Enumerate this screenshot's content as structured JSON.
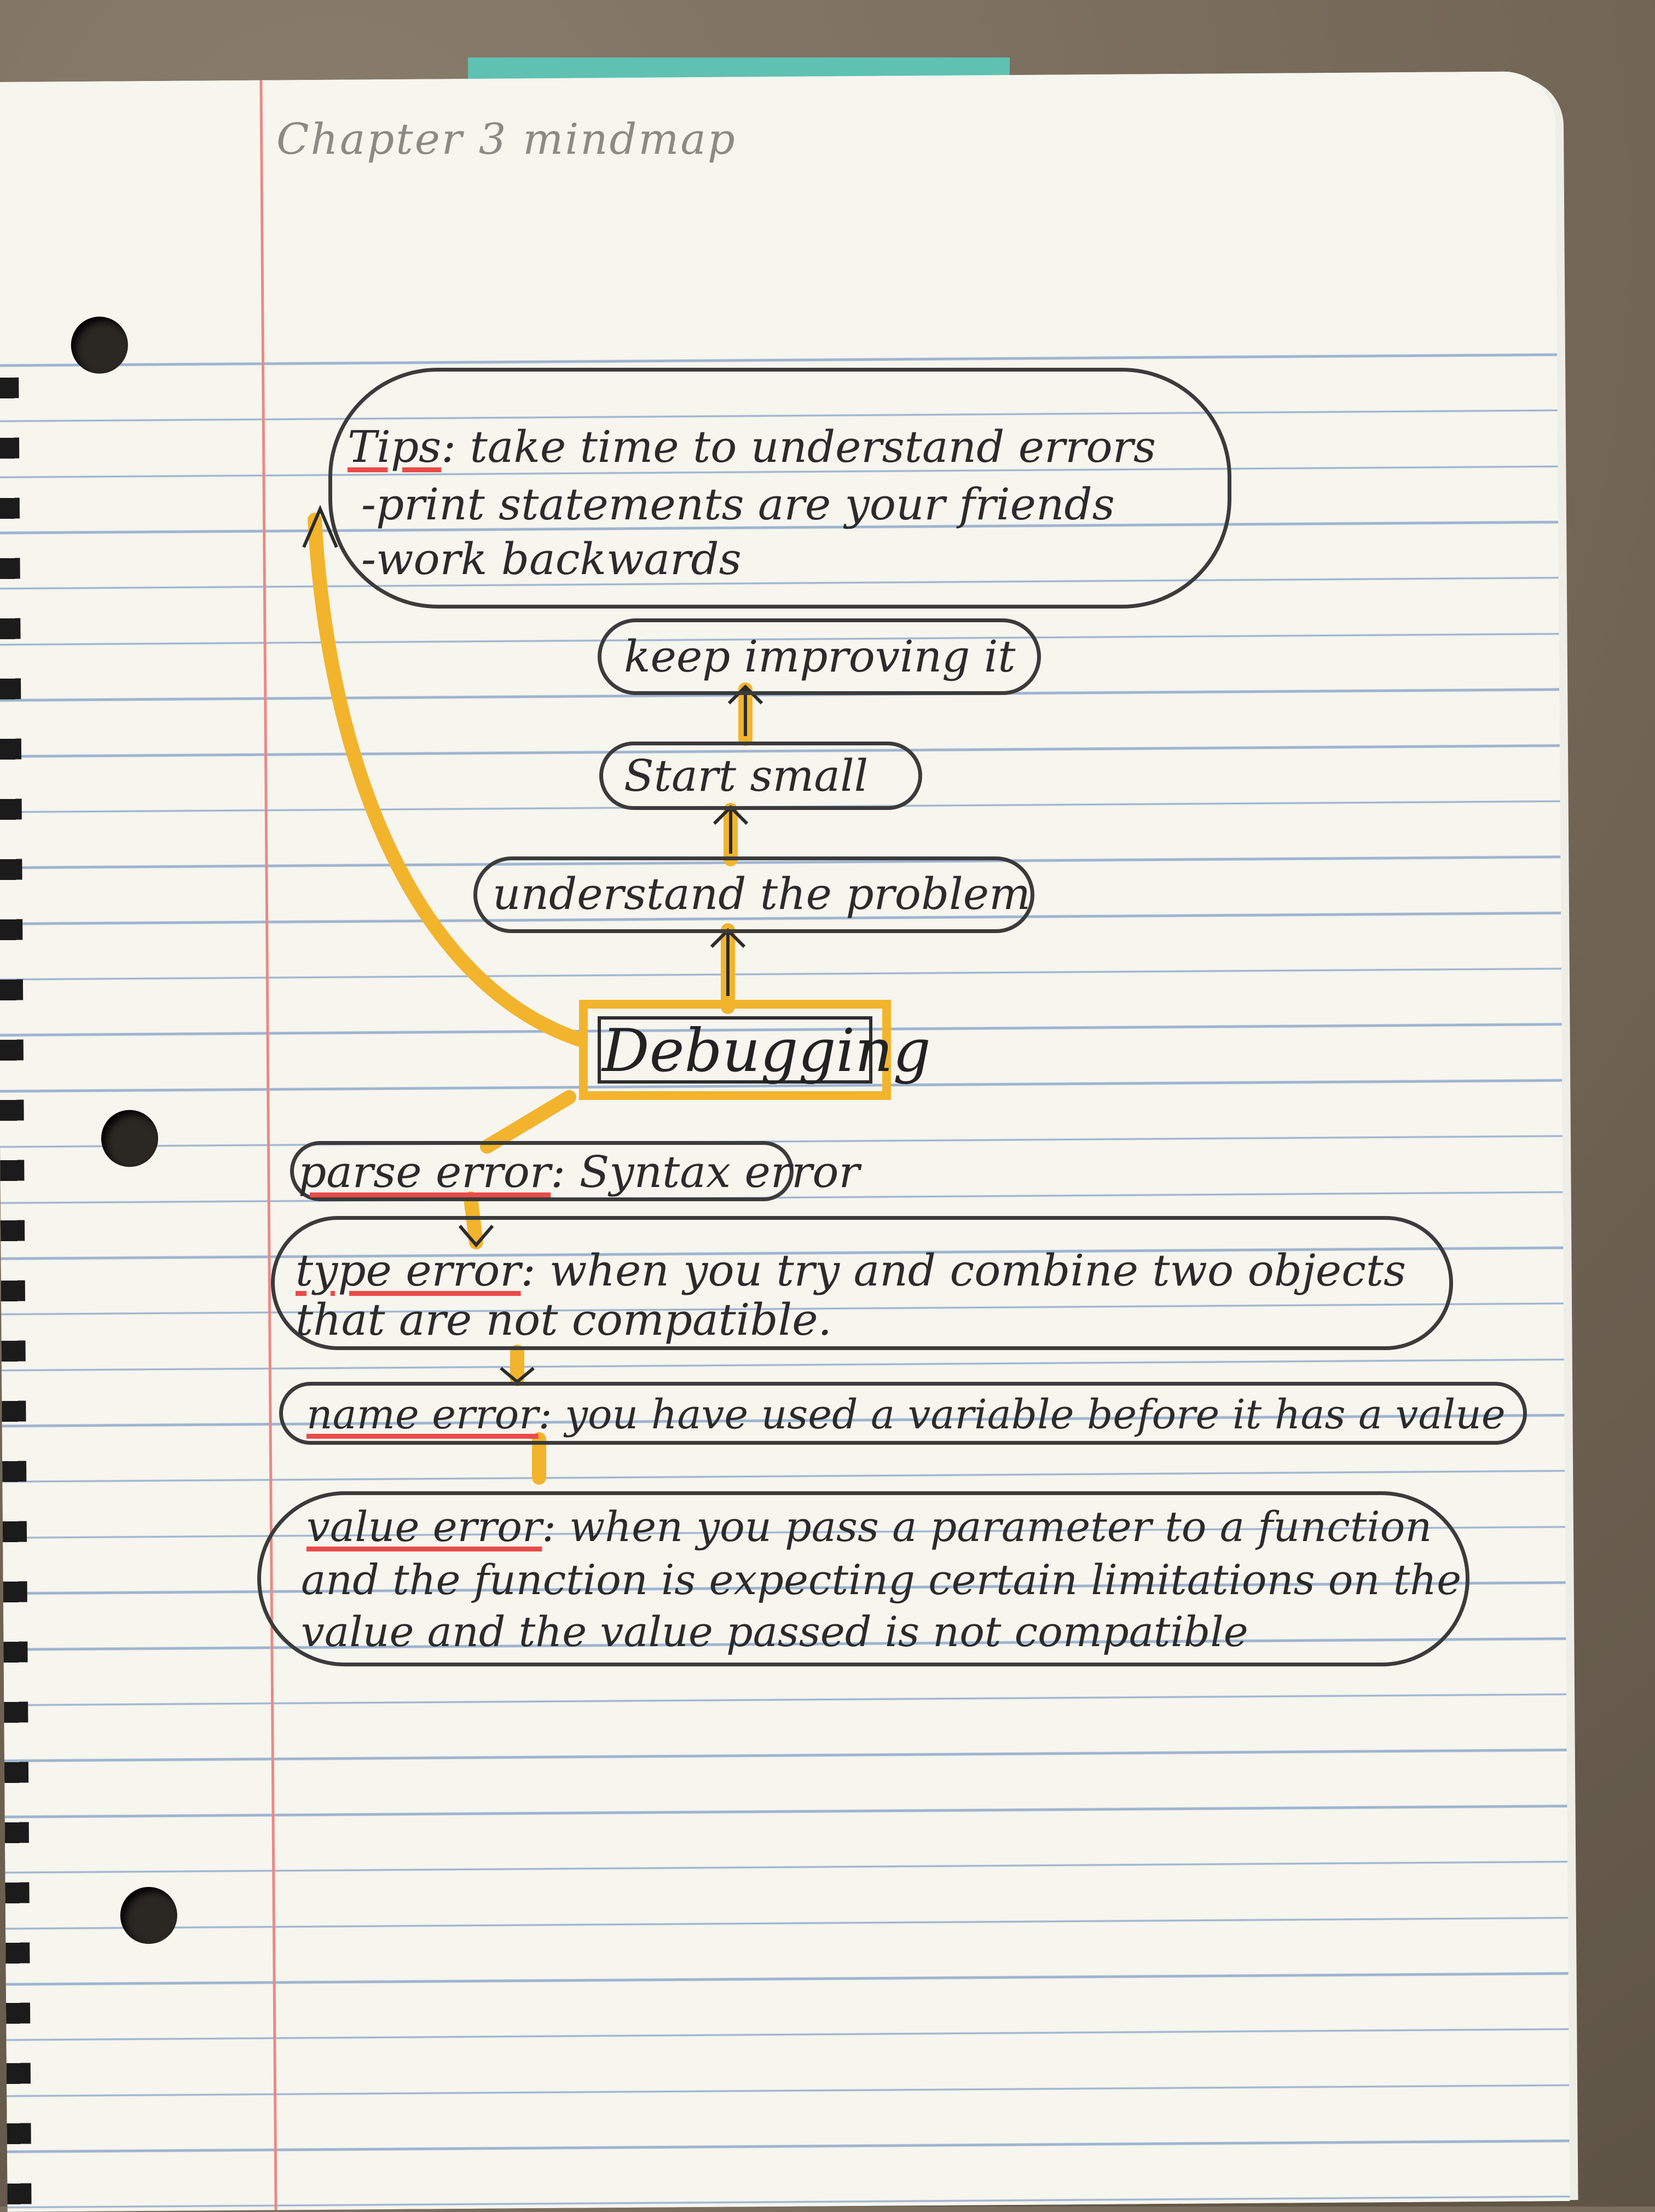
{
  "notebook": {
    "title": "Chapter 3 mindmap",
    "center_topic": "Debugging"
  },
  "tips": {
    "heading": "Tips",
    "line1": "take time to understand errors",
    "line2": "-print statements are your friends",
    "line3": "-work backwards"
  },
  "steps": {
    "step1": "understand the problem",
    "step2": "Start small",
    "step3": "keep improving it"
  },
  "errors": {
    "parse": {
      "term": "parse error",
      "desc": "Syntax error"
    },
    "type": {
      "term": "type error",
      "desc_line1": "when you try and combine two objects",
      "desc_line2": "that are not compatible."
    },
    "name": {
      "term": "name error",
      "desc": "you have used a variable before it has a value"
    },
    "value": {
      "term": "value error",
      "desc_line1": "when you pass a parameter to a function",
      "desc_line2": "and the function is expecting certain limitations on the",
      "desc_line3": "value and the value passed is not compatible"
    }
  },
  "colors": {
    "highlighter_orange": "#f2b42c",
    "underline_red": "#ea4b49",
    "ink": "#2b2b2b",
    "paper": "#f6f5ee"
  }
}
